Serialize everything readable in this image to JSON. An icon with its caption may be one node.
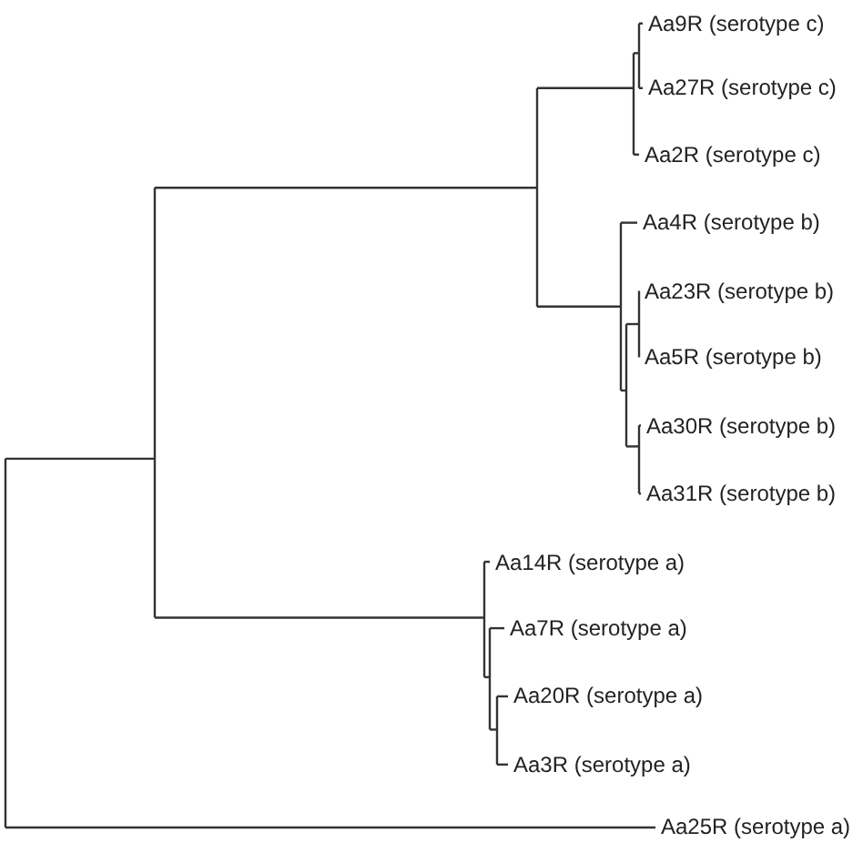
{
  "diagram": {
    "labels": [
      "Aa9R (serotype c)",
      "Aa27R (serotype c)",
      "Aa2R (serotype c)",
      "Aa4R (serotype b)",
      "Aa23R (serotype b)",
      "Aa5R (serotype b)",
      "Aa30R (serotype b)",
      "Aa31R (serotype b)",
      "Aa14R (serotype a)",
      "Aa7R (serotype a)",
      "Aa20R (serotype a)",
      "Aa3R (serotype a)",
      "Aa25R (serotype a)"
    ]
  }
}
